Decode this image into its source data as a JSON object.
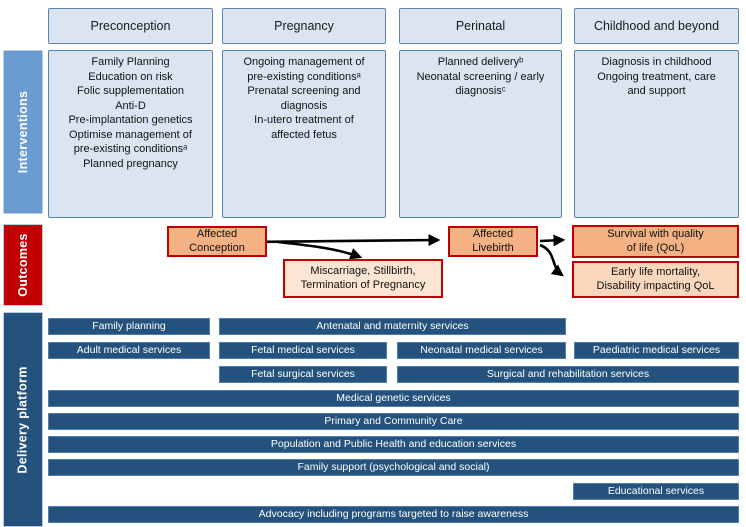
{
  "row_labels": {
    "interventions": "Interventions",
    "outcomes": "Outcomes",
    "delivery": "Delivery platform"
  },
  "columns": [
    {
      "header": "Preconception",
      "body": "Family Planning\nEducation on risk\nFolic supplementation\nAnti-D\nPre-implantation genetics\nOptimise management of\npre-existing conditionsᵃ\nPlanned pregnancy"
    },
    {
      "header": "Pregnancy",
      "body": "Ongoing management of\npre-existing conditionsᵃ\nPrenatal screening and\ndiagnosis\nIn-utero treatment of\naffected fetus"
    },
    {
      "header": "Perinatal",
      "body": "Planned deliveryᵇ\nNeonatal screening / early\ndiagnosisᶜ"
    },
    {
      "header": "Childhood and beyond",
      "body": "Diagnosis in childhood\nOngoing treatment, care\nand support"
    }
  ],
  "outcomes": {
    "affected_conception": "Affected\nConception",
    "miscarriage": "Miscarriage, Stillbirth,\nTermination of Pregnancy",
    "affected_livebirth": "Affected\nLivebirth",
    "survival": "Survival with quality\nof life (QoL)",
    "early_mortality": "Early life mortality,\nDisability impacting QoL"
  },
  "delivery": {
    "family_planning": "Family planning",
    "antenatal": "Antenatal and maternity services",
    "adult_medical": "Adult medical services",
    "fetal_medical": "Fetal medical services",
    "neonatal_medical": "Neonatal medical services",
    "paediatric_medical": "Paediatric medical services",
    "fetal_surgical": "Fetal surgical services",
    "surgical_rehab": "Surgical and rehabilitation services",
    "medical_genetic": "Medical genetic services",
    "primary_community": "Primary and Community Care",
    "population_public": "Population and Public Health and education services",
    "family_support": "Family support (psychological and social)",
    "educational": "Educational services",
    "advocacy": "Advocacy including programs targeted to raise awareness"
  },
  "colors": {
    "light_blue_fill": "#dbe5f1",
    "blue_border": "#5b84b1",
    "label_blue": "#6a9bd1",
    "label_red": "#c00000",
    "dark_blue_bar": "#24527c",
    "orange_fill": "#f4b183",
    "peach_fill": "#fce5d3",
    "peach_fill_dark": "#f9d7bd",
    "red_border": "#c00000",
    "arrow": "#000000"
  }
}
